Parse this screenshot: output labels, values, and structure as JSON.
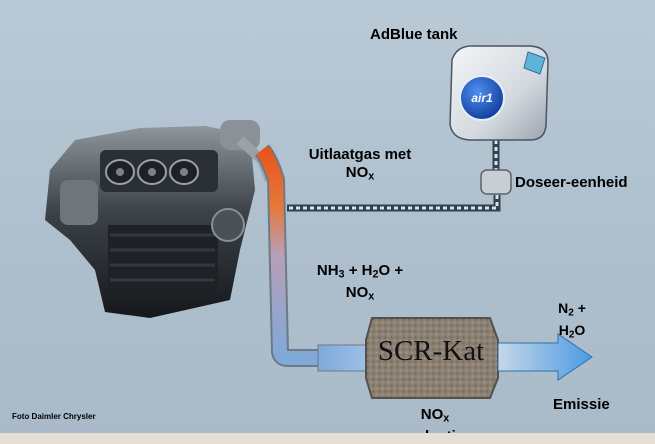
{
  "labels": {
    "adblue_tank": "AdBlue tank",
    "tank_logo": "air1",
    "exhaust_line1": "Uitlaatgas met",
    "exhaust_nox": "NO",
    "exhaust_nox_sub": "x",
    "dosing_unit": "Doseer-eenheid",
    "mix_nh3": "NH",
    "mix_nh3_sub": "3",
    "mix_plus1": " + H",
    "mix_h2o_sub": "2",
    "mix_o_plus": "O +",
    "mix_nox": "NO",
    "mix_nox_sub": "x",
    "catalyst": "SCR-Kat",
    "out_n": "N",
    "out_n_sub": "2",
    "out_plus": " +",
    "out_h": "H",
    "out_h_sub": "2",
    "out_o": "O",
    "emission": "Emissie",
    "reduction_nox": "NO",
    "reduction_nox_sub": "x",
    "reduction": "reductie",
    "credit": "Foto Daimler Chrysler"
  },
  "colors": {
    "background": "#b4c4d1",
    "exhaust_hot": "#e8541a",
    "exhaust_cool": "#7fa9d8",
    "outlet_arrow": "#5aa6e6",
    "catalyst_body": "#8a7f70",
    "bottom_strip": "#e5dfd3"
  }
}
